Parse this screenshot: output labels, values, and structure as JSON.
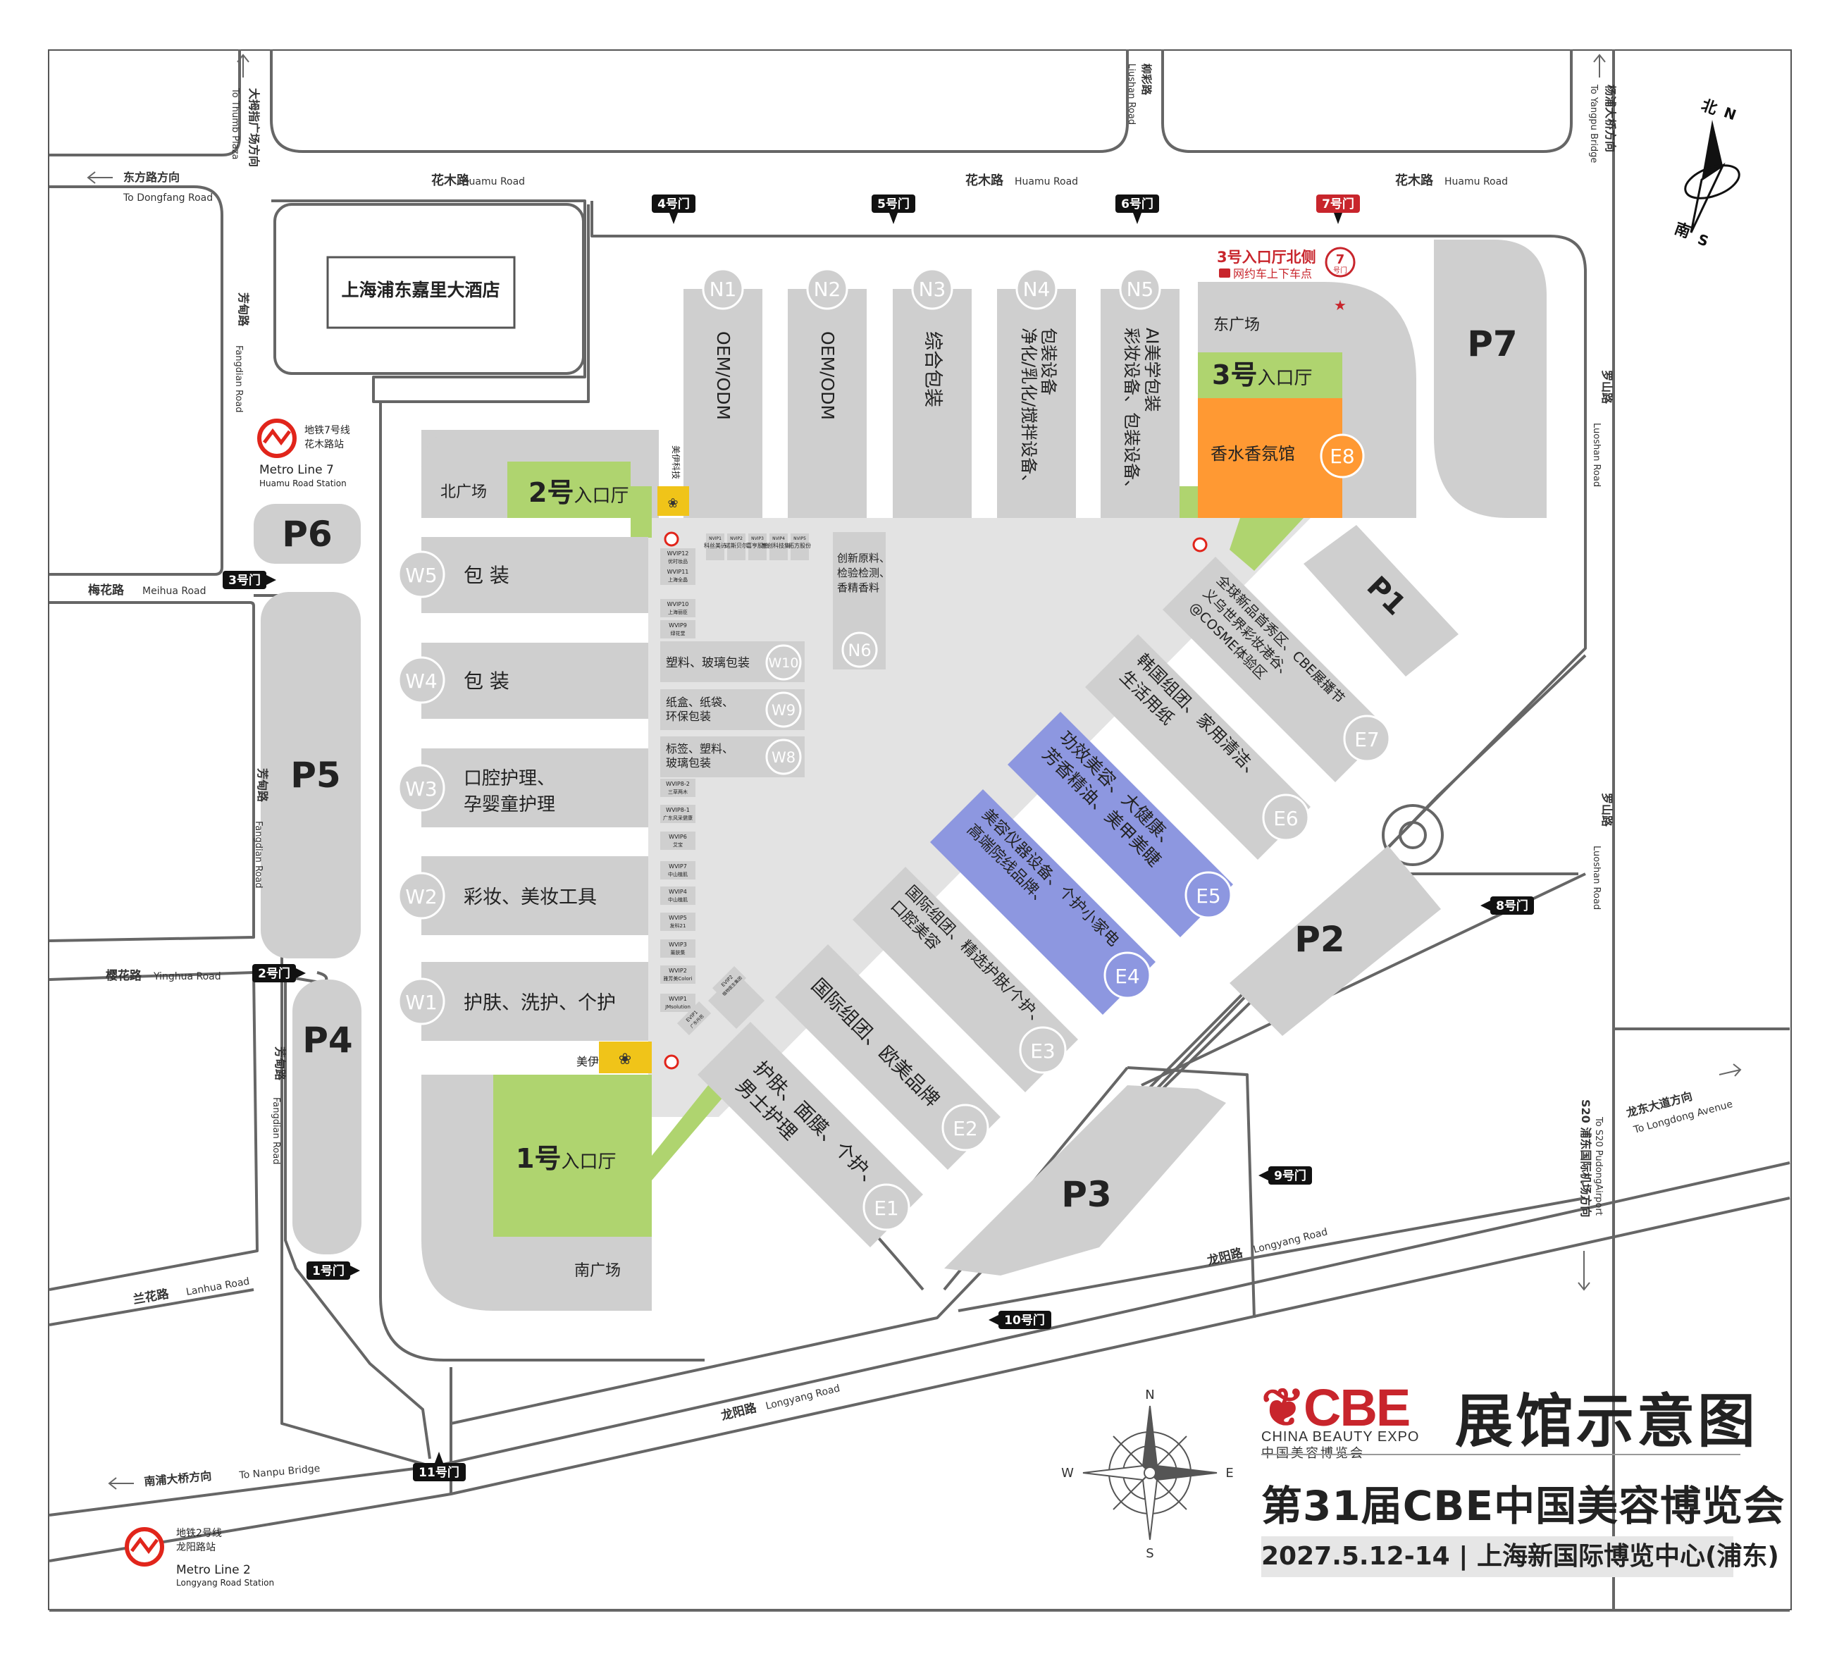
{
  "colors": {
    "hall": "#cfcfcf",
    "hall_dark": "#bdbdbd",
    "entrance": "#afd46f",
    "perfume": "#ff9933",
    "beauty_device": "#8d97e0",
    "plaza": "#e3e3e3",
    "road_line": "#666666",
    "gate_bg": "#111111",
    "gate7_bg": "#c8252c",
    "brand_red": "#c8252c",
    "metro_red": "#e1251b",
    "vip_yellow": "#f0c419"
  },
  "title": {
    "brand": "CBE",
    "brand_en": "CHINA BEAUTY EXPO",
    "brand_cn": "中国美容博览会",
    "map_title": "展馆示意图",
    "event": "第31届CBE中国美容博览会",
    "date": "2027.5.12-14",
    "venue": "上海新国际博览中心(浦东)"
  },
  "compass": {
    "n": "北",
    "n_en": "N",
    "s": "南",
    "s_en": "S"
  },
  "compass_rose": {
    "n": "N",
    "s": "S",
    "e": "E",
    "w": "W"
  },
  "roads": {
    "huamu_1": "花木路",
    "huamu_1_en": "Huamu Road",
    "huamu_2": "花木路",
    "huamu_2_en": "Huamu Road",
    "huamu_3": "花木路",
    "huamu_3_en": "Huamu Road",
    "dongfang": "东方路方向",
    "dongfang_en": "To Dongfang Road",
    "dumuzhi": "大拇指广场方向",
    "dumuzhi_en": "To Thumb Plaza",
    "liuzhi": "柳彩路",
    "liuzhi_en": "Liushan Road",
    "yangpu": "杨浦大桥方向",
    "yangpu_en": "To Yangpu Bridge",
    "fangdian_1": "芳甸路",
    "fangdian_1_en": "Fangdian Road",
    "fangdian_2": "芳甸路",
    "fangdian_2_en": "Fangdian Road",
    "fangdian_3": "芳甸路",
    "fangdian_3_en": "Fangdian Road",
    "meihua": "梅花路",
    "meihua_en": "Meihua Road",
    "yinghua": "樱花路",
    "yinghua_en": "Yinghua Road",
    "lanhua": "兰花路",
    "lanhua_en": "Lanhua Road",
    "nanpu": "南浦大桥方向",
    "nanpu_en": "To Nanpu Bridge",
    "longyang_1": "龙阳路",
    "longyang_1_en": "Longyang Road",
    "longyang_2": "龙阳路",
    "longyang_2_en": "Longyang Road",
    "luoshan_1": "罗山路",
    "luoshan_1_en": "Luoshan Road",
    "luoshan_2": "罗山路",
    "luoshan_2_en": "Luoshan Road",
    "longdong": "龙东大道方向",
    "longdong_en": "To Longdong Avenue",
    "s20": "S20 浦东国际机场方向",
    "s20_en": "To S20 PudongAirport"
  },
  "hotel": "上海浦东嘉里大酒店",
  "metro": {
    "line7_cn": "地铁7号线",
    "line7_station_cn": "花木路站",
    "line7_en": "Metro Line 7",
    "line7_station_en": "Huamu Road Station",
    "line2_cn": "地铁2号线",
    "line2_station_cn": "龙阳路站",
    "line2_en": "Metro Line 2",
    "line2_station_en": "Longyang Road Station"
  },
  "gates": {
    "g1": "1号门",
    "g2": "2号门",
    "g3": "3号门",
    "g4": "4号门",
    "g5": "5号门",
    "g6": "6号门",
    "g7": "7号门",
    "g8": "8号门",
    "g9": "9号门",
    "g10": "10号门",
    "g11": "11号门"
  },
  "parking": {
    "p1": "P1",
    "p2": "P2",
    "p3": "P3",
    "p4": "P4",
    "p5": "P5",
    "p6": "P6",
    "p7": "P7"
  },
  "entrances": {
    "e1_num": "1号",
    "e1_txt": "入口厅",
    "e2_num": "2号",
    "e2_txt": "入口厅",
    "e3_num": "3号",
    "e3_txt": "入口厅"
  },
  "plazas": {
    "north": "北广场",
    "south": "南广场",
    "east": "东广场"
  },
  "rideshare": {
    "title": "3号入口厅北侧",
    "note": "网约车上下车点",
    "gate": "7",
    "gate_label": "号门"
  },
  "meiyi": {
    "tech": "美伊科技",
    "award": "美伊大赏"
  },
  "halls": {
    "N1": {
      "code": "N1",
      "label": "OEM/ODM"
    },
    "N2": {
      "code": "N2",
      "label": "OEM/ODM"
    },
    "N3": {
      "code": "N3",
      "label": "综合包装"
    },
    "N4": {
      "code": "N4",
      "line1": "包装设备",
      "line2": "净化/乳化/搅拌设备、"
    },
    "N5": {
      "code": "N5",
      "line1": "AI美学包装",
      "line2": "彩妆设备、包装设备、"
    },
    "N6": {
      "code": "N6",
      "line1": "创新原料、",
      "line2": "检验检测、",
      "line3": "香精香料"
    },
    "E8": {
      "code": "E8",
      "label": "香水香氛馆"
    },
    "W1": {
      "code": "W1",
      "label": "护肤、洗护、个护"
    },
    "W2": {
      "code": "W2",
      "label": "彩妆、美妆工具"
    },
    "W3": {
      "code": "W3",
      "line1": "口腔护理、",
      "line2": "孕婴童护理"
    },
    "W4": {
      "code": "W4",
      "label": "包 装"
    },
    "W5": {
      "code": "W5",
      "label": "包 装"
    },
    "W8": {
      "code": "W8",
      "line1": "标签、塑料、",
      "line2": "玻璃包装"
    },
    "W9": {
      "code": "W9",
      "line1": "纸盒、纸袋、",
      "line2": "环保包装"
    },
    "W10": {
      "code": "W10",
      "label": "塑料、玻璃包装"
    },
    "E1": {
      "code": "E1",
      "line1": "护肤、面膜、个护、",
      "line2": "男士护理"
    },
    "E2": {
      "code": "E2",
      "label": "国际组团、欧美品牌"
    },
    "E3": {
      "code": "E3",
      "line1": "国际组团、精选护肤/个护、",
      "line2": "口腔美容"
    },
    "E4": {
      "code": "E4",
      "line1": "美容仪器设备、个护小家电",
      "line2": "高端院线品牌、"
    },
    "E5": {
      "code": "E5",
      "line1": "功效美容、大健康、",
      "line2": "芳香精油、美甲美睫"
    },
    "E6": {
      "code": "E6",
      "line1": "韩国组团、家用清洁、",
      "line2": "生活用纸"
    },
    "E7": {
      "code": "E7",
      "line1": "全球新品首秀区、CBE展播节",
      "line2": "义乌世界彩妆港谷、",
      "line3": "@COSME体验区"
    }
  },
  "vip_top": [
    {
      "code": "NVIP1",
      "name": "科丝美诗"
    },
    {
      "code": "NVIP2",
      "name": "诺斯贝尔"
    },
    {
      "code": "NVIP3",
      "name": "嘉亨股份"
    },
    {
      "code": "NVIP4",
      "name": "智创科技集团"
    },
    {
      "code": "NVIP5",
      "name": "拓方股份"
    }
  ],
  "vip_west": [
    {
      "code": "WVIP12",
      "name": "优时妆品"
    },
    {
      "code": "WVIP11",
      "name": "上海全晶"
    },
    {
      "code": "WVIP10",
      "name": "上海丽臣"
    },
    {
      "code": "WVIP9",
      "name": "绿花堂"
    },
    {
      "code": "WVIP8-2",
      "name": "三草两木"
    },
    {
      "code": "WVIP8-1",
      "name": "广东风采健康"
    },
    {
      "code": "WVIP6",
      "name": "艾宝"
    },
    {
      "code": "WVIP7",
      "name": "中山植肌"
    },
    {
      "code": "WVIP4",
      "name": "中山植肌"
    },
    {
      "code": "WVIP5",
      "name": "发科21"
    },
    {
      "code": "WVIP3",
      "name": "薰肤集"
    },
    {
      "code": "WVIP2",
      "name": "雅芳美Colori"
    },
    {
      "code": "WVIP1",
      "name": "JMsolution"
    }
  ],
  "vip_ew": [
    {
      "code": "EVIP2",
      "name": "植物医生集团"
    },
    {
      "code": "EVIP1",
      "name": "广东丹芭"
    }
  ]
}
